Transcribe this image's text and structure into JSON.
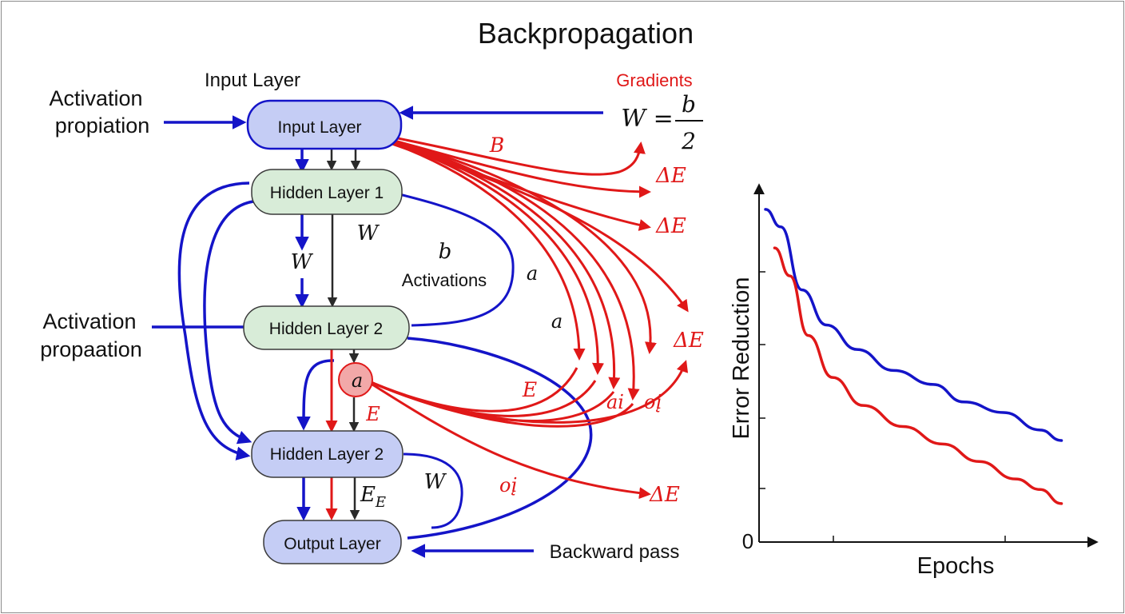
{
  "title": "Backpropagation",
  "colors": {
    "forward": "#1414c8",
    "gradient": "#e01818",
    "black": "#2a2a2a"
  },
  "left_labels": {
    "top_line1": "Activation",
    "top_line2": "propiation",
    "mid_line1": "Activation",
    "mid_line2": "propaation"
  },
  "input_layer_caption": "Input Layer",
  "nodes": {
    "input": "Input Layer",
    "hidden1": "Hidden Layer 1",
    "hidden2a": "Hidden Layer 2",
    "hidden2b": "Hidden Layer 2",
    "output": "Output Layer",
    "a_node": "a"
  },
  "weights": {
    "w_mid": "W",
    "w_left": "W",
    "w_lower": "W",
    "b": "b",
    "activations": "Activations",
    "a1": "a",
    "a2": "a"
  },
  "gradient_labels": {
    "header": "Gradients",
    "formula_lhs": "W =",
    "formula_num": "b",
    "formula_den": "2",
    "B": "B",
    "dE1": "ΔE",
    "dE2": "ΔE",
    "dE3": "ΔE",
    "dE4": "ΔE",
    "E_mid": "E",
    "E_small": "E",
    "ai": "ai",
    "oi1": "oį",
    "oi2": "oį",
    "EE": "E",
    "EE_sub": "E"
  },
  "backward_label": "Backward pass",
  "chart_data": {
    "type": "line",
    "ylabel": "Error Reduction",
    "xlabel": "Epochs",
    "y_tick_label": "0",
    "series": [
      {
        "color": "#1414c8",
        "values": [
          [
            0,
            0.95
          ],
          [
            0.05,
            0.9
          ],
          [
            0.12,
            0.72
          ],
          [
            0.2,
            0.62
          ],
          [
            0.3,
            0.55
          ],
          [
            0.42,
            0.49
          ],
          [
            0.55,
            0.45
          ],
          [
            0.65,
            0.4
          ],
          [
            0.78,
            0.37
          ],
          [
            0.9,
            0.32
          ],
          [
            0.97,
            0.29
          ]
        ]
      },
      {
        "color": "#e01818",
        "values": [
          [
            0.03,
            0.84
          ],
          [
            0.08,
            0.76
          ],
          [
            0.14,
            0.59
          ],
          [
            0.22,
            0.47
          ],
          [
            0.32,
            0.39
          ],
          [
            0.45,
            0.33
          ],
          [
            0.58,
            0.28
          ],
          [
            0.7,
            0.23
          ],
          [
            0.82,
            0.18
          ],
          [
            0.9,
            0.15
          ],
          [
            0.97,
            0.11
          ]
        ]
      }
    ]
  }
}
